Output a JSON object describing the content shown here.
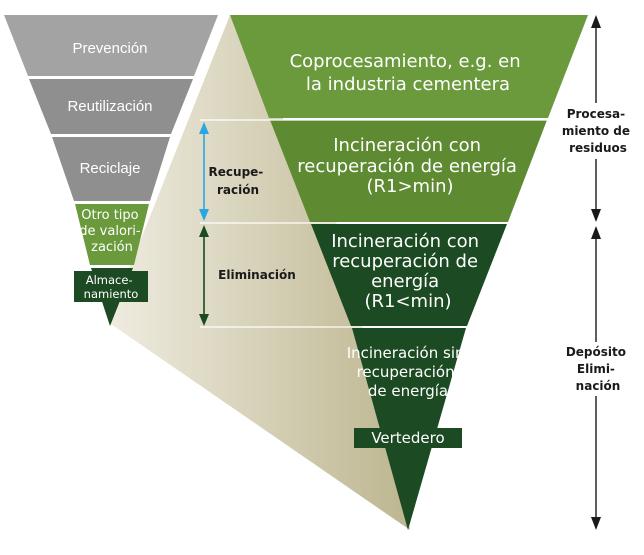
{
  "small_pyramid": {
    "levels": [
      {
        "lines": [
          "Prevención"
        ]
      },
      {
        "lines": [
          "Reutilización"
        ]
      },
      {
        "lines": [
          "Reciclaje"
        ]
      },
      {
        "lines": [
          "Otro tipo",
          "de valori-",
          "zación"
        ]
      },
      {
        "lines": [
          "Almace-",
          "namiento"
        ]
      }
    ]
  },
  "large_pyramid": {
    "levels": [
      {
        "lines": [
          "Coprocesamiento, e.g. en",
          "la industria cementera"
        ]
      },
      {
        "lines": [
          "Incineración con",
          "recuperación de energía",
          "(R1>min)"
        ]
      },
      {
        "lines": [
          "Incineración con",
          "recuperación de",
          "energía",
          "(R1<min)"
        ]
      },
      {
        "lines": [
          "Incineración sin",
          "recuperación",
          "de energía"
        ]
      },
      {
        "lines": [
          "Vertedero"
        ]
      }
    ]
  },
  "middle_labels": {
    "recuperacion": [
      "Recupe-",
      "ración"
    ],
    "eliminacion": [
      "Eliminación"
    ]
  },
  "right_labels": {
    "procesamiento": [
      "Procesa-",
      "miento de",
      "residuos"
    ],
    "deposito": [
      "Depósito",
      "Elimi-",
      "nación"
    ]
  },
  "colors": {
    "gray_light": "#a3a3a3",
    "gray_dark": "#8f8f8f",
    "green_light": "#6b9a3c",
    "green_mid": "#5e8a32",
    "green_dark": "#1c4a22",
    "band": "#cdc8ad",
    "arrow_blue": "#2aa7e0",
    "arrow_dark": "#1c4a22"
  }
}
